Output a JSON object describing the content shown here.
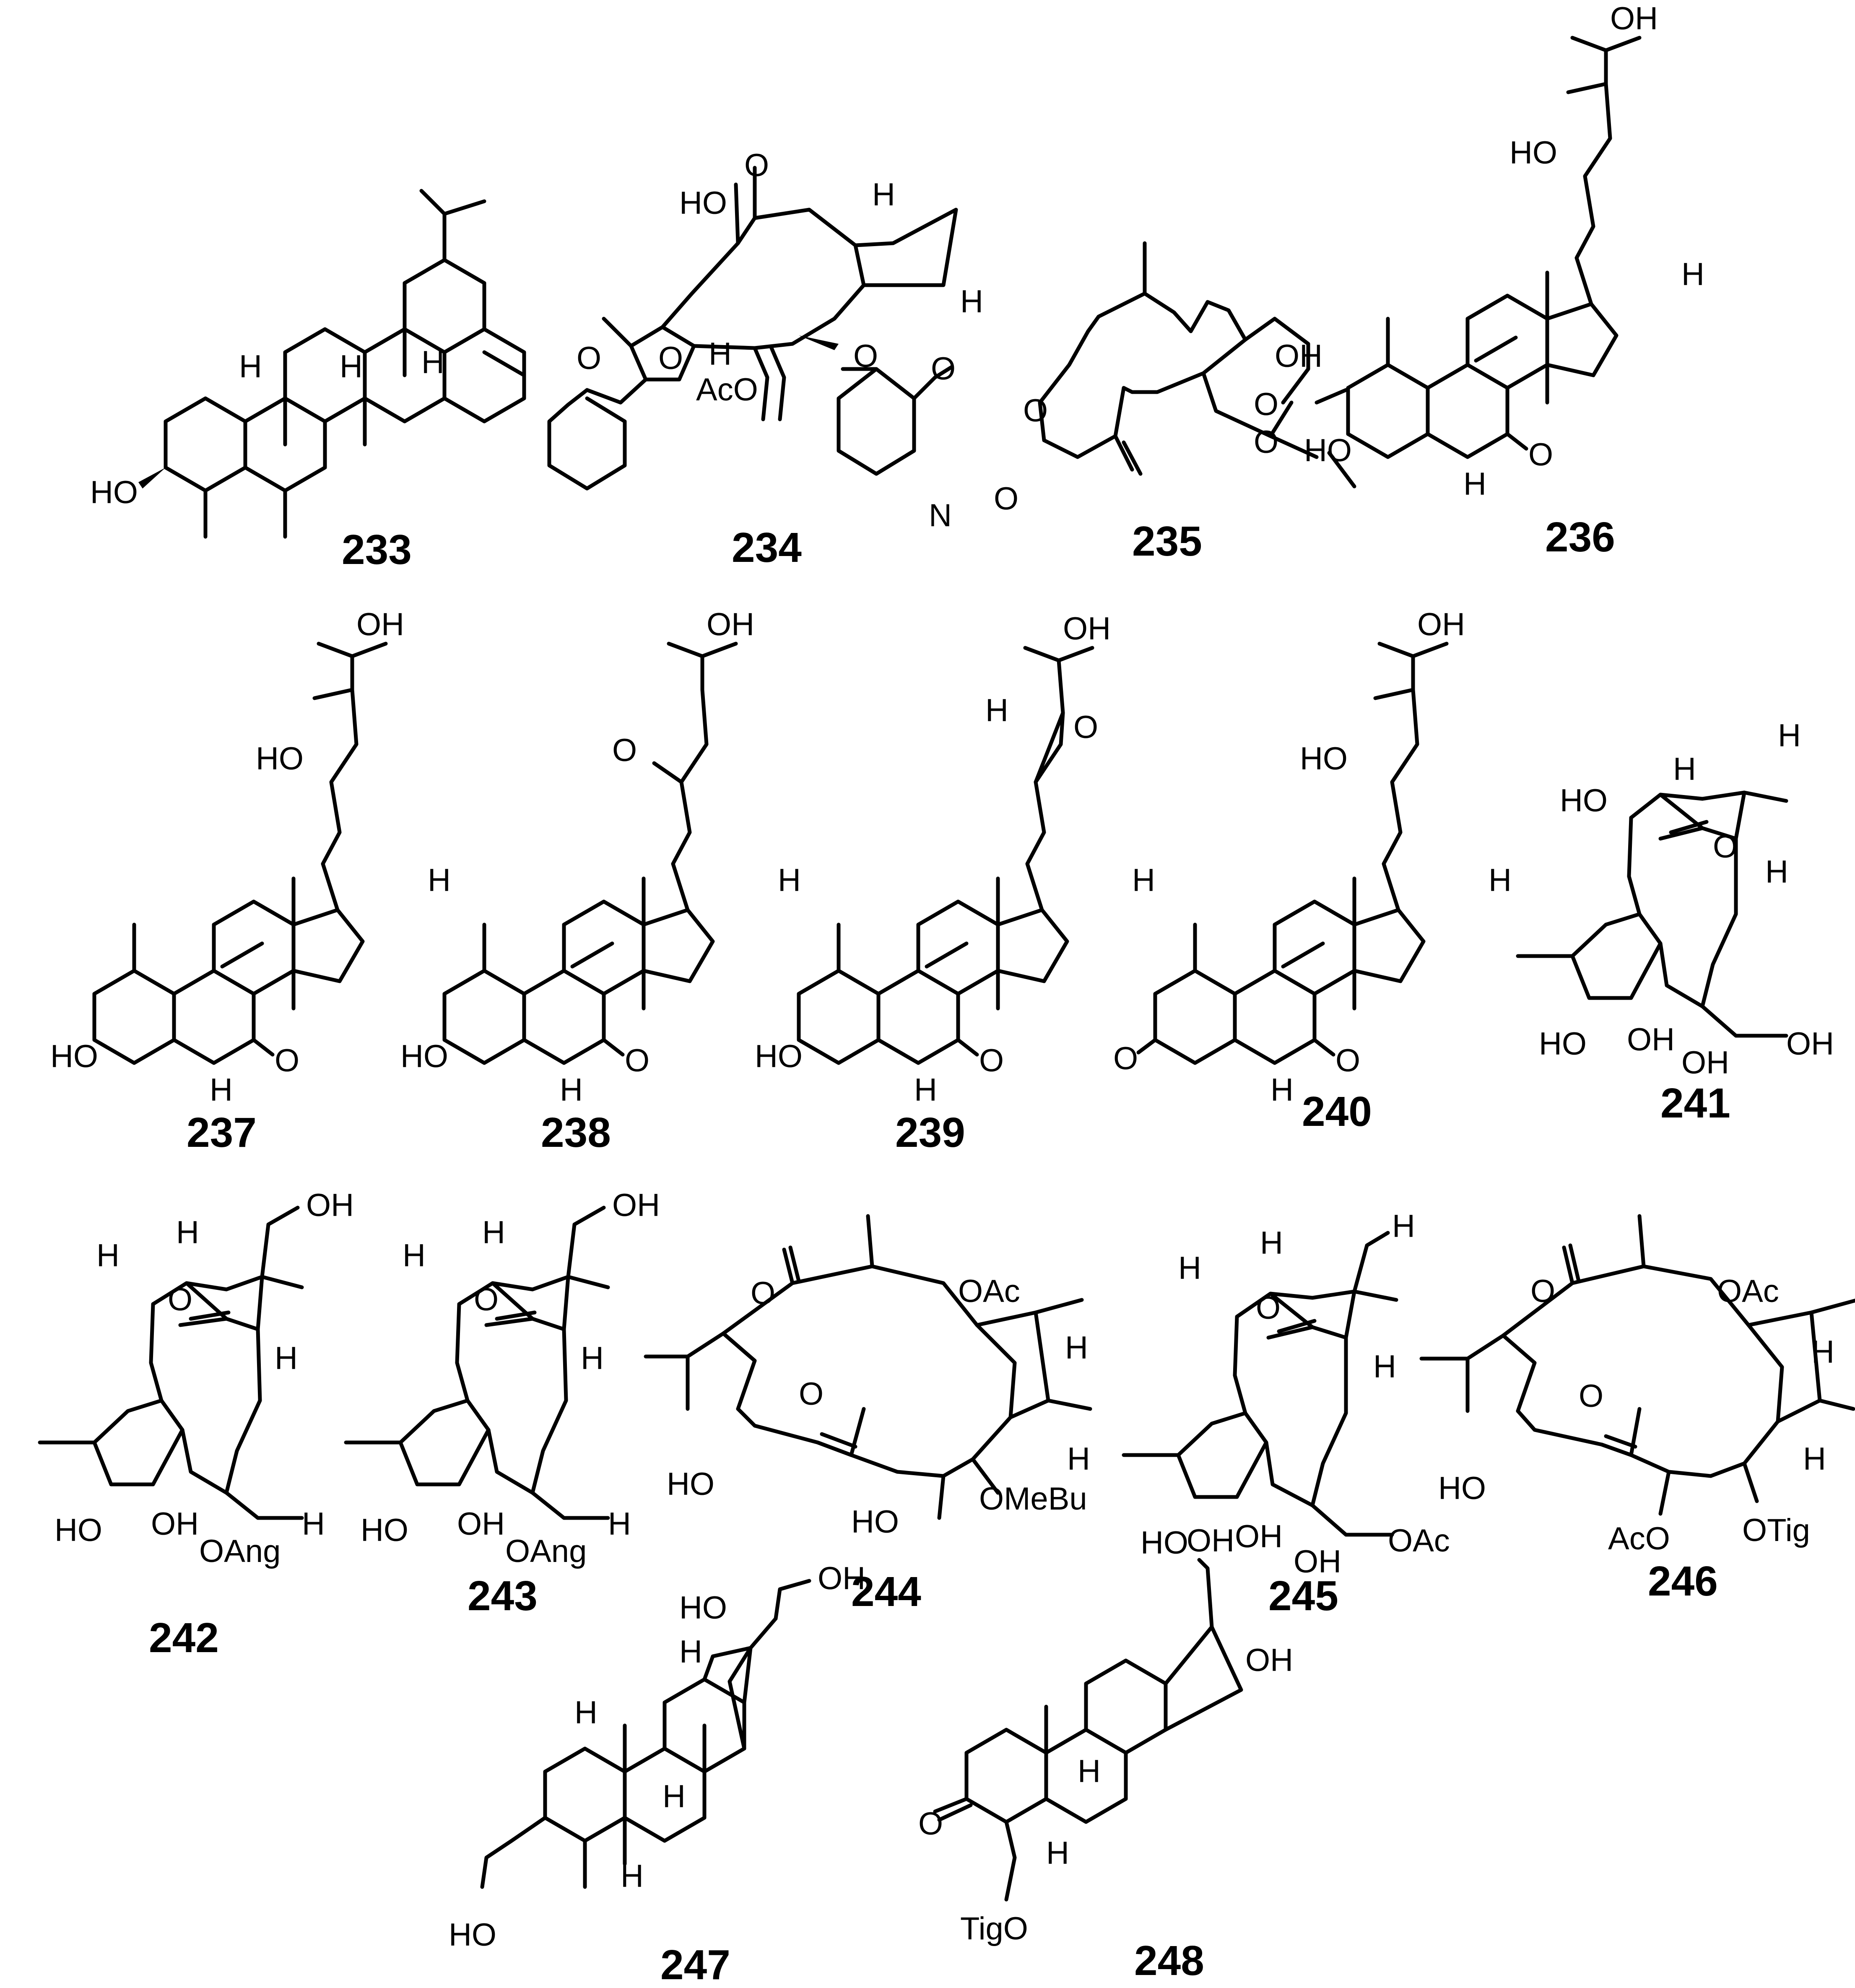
{
  "compounds": [
    {
      "id": "233",
      "labels": [
        "HO",
        "H",
        "H",
        "H"
      ]
    },
    {
      "id": "234",
      "labels": [
        "HO",
        "O",
        "H",
        "H",
        "H",
        "AcO",
        "O",
        "O",
        "O",
        "O",
        "N"
      ]
    },
    {
      "id": "235",
      "labels": [
        "OH",
        "O",
        "O",
        "O",
        "O"
      ]
    },
    {
      "id": "236",
      "labels": [
        "OH",
        "HO",
        "H",
        "HO",
        "H",
        "O"
      ]
    },
    {
      "id": "237",
      "labels": [
        "OH",
        "HO",
        "H",
        "HO",
        "H",
        "O"
      ]
    },
    {
      "id": "238",
      "labels": [
        "OH",
        "O",
        "H",
        "HO",
        "H",
        "O"
      ]
    },
    {
      "id": "239",
      "labels": [
        "OH",
        "H",
        "O",
        "H",
        "HO",
        "H",
        "O"
      ]
    },
    {
      "id": "240",
      "labels": [
        "OH",
        "HO",
        "H",
        "O",
        "H",
        "O"
      ]
    },
    {
      "id": "241",
      "labels": [
        "H",
        "HO",
        "H",
        "H",
        "O",
        "HO",
        "OH",
        "OH",
        "OH"
      ]
    },
    {
      "id": "242",
      "labels": [
        "OH",
        "H",
        "H",
        "O",
        "H",
        "HO",
        "OH",
        "OAng",
        "H"
      ]
    },
    {
      "id": "243",
      "labels": [
        "OH",
        "H",
        "H",
        "O",
        "H",
        "HO",
        "OH",
        "OAng",
        "H"
      ]
    },
    {
      "id": "244",
      "labels": [
        "O",
        "OAc",
        "O",
        "H",
        "HO",
        "HO",
        "H",
        "OMeBu"
      ]
    },
    {
      "id": "245",
      "labels": [
        "H",
        "H",
        "H",
        "O",
        "H",
        "HO",
        "OH",
        "OH",
        "OAc"
      ]
    },
    {
      "id": "246",
      "labels": [
        "O",
        "OAc",
        "O",
        "H",
        "HO",
        "H",
        "AcO",
        "OTig"
      ]
    },
    {
      "id": "247",
      "labels": [
        "HO",
        "H",
        "OH",
        "H",
        "H",
        "H",
        "HO"
      ]
    },
    {
      "id": "248",
      "labels": [
        "OH",
        "OH",
        "H",
        "O",
        "H",
        "TigO"
      ]
    }
  ]
}
